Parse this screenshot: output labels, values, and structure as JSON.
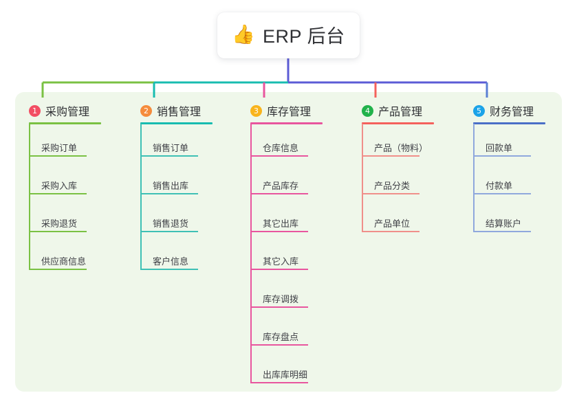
{
  "root": {
    "emoji": "👍",
    "emoji_name": "thumbs-up-icon",
    "title": "ERP 后台"
  },
  "theme": {
    "page_background": "#ffffff",
    "panel_background": "#eff7ea",
    "card_background": "#ffffff",
    "text_color": "#2f3034",
    "leaf_text_color": "#404147"
  },
  "connectors": {
    "trunk_color": "#5b5bd6",
    "segments": [
      {
        "color": "#7ac143",
        "name": "branch-connector-1"
      },
      {
        "color": "#18bcb0",
        "name": "branch-connector-2"
      },
      {
        "color": "#e8559e",
        "name": "branch-connector-3"
      },
      {
        "color": "#f4615c",
        "name": "branch-connector-4"
      },
      {
        "color": "#5b7fd4",
        "name": "branch-connector-5"
      }
    ]
  },
  "columns": [
    {
      "index": "1",
      "label": "采购管理",
      "badge_color": "#f24e63",
      "rule_color": "#7ac143",
      "line_color": "#7ac143",
      "leaves": [
        "采购订单",
        "采购入库",
        "采购退货",
        "供应商信息"
      ]
    },
    {
      "index": "2",
      "label": "销售管理",
      "badge_color": "#f58c3c",
      "rule_color": "#18bcb0",
      "line_color": "#3ec0b5",
      "leaves": [
        "销售订单",
        "销售出库",
        "销售退货",
        "客户信息"
      ]
    },
    {
      "index": "3",
      "label": "库存管理",
      "badge_color": "#f9b41d",
      "rule_color": "#e8559e",
      "line_color": "#e8559e",
      "leaves": [
        "仓库信息",
        "产品库存",
        "其它出库",
        "其它入库",
        "库存调拨",
        "库存盘点",
        "出库库明细"
      ]
    },
    {
      "index": "4",
      "label": "产品管理",
      "badge_color": "#21b24b",
      "rule_color": "#f4615c",
      "line_color": "#f08f8a",
      "leaves": [
        "产品（物料）",
        "产品分类",
        "产品单位"
      ]
    },
    {
      "index": "5",
      "label": "财务管理",
      "badge_color": "#1ba3e8",
      "rule_color": "#4a6fc7",
      "line_color": "#8fa8dd",
      "leaves": [
        "回款单",
        "付款单",
        "结算账户"
      ]
    }
  ]
}
